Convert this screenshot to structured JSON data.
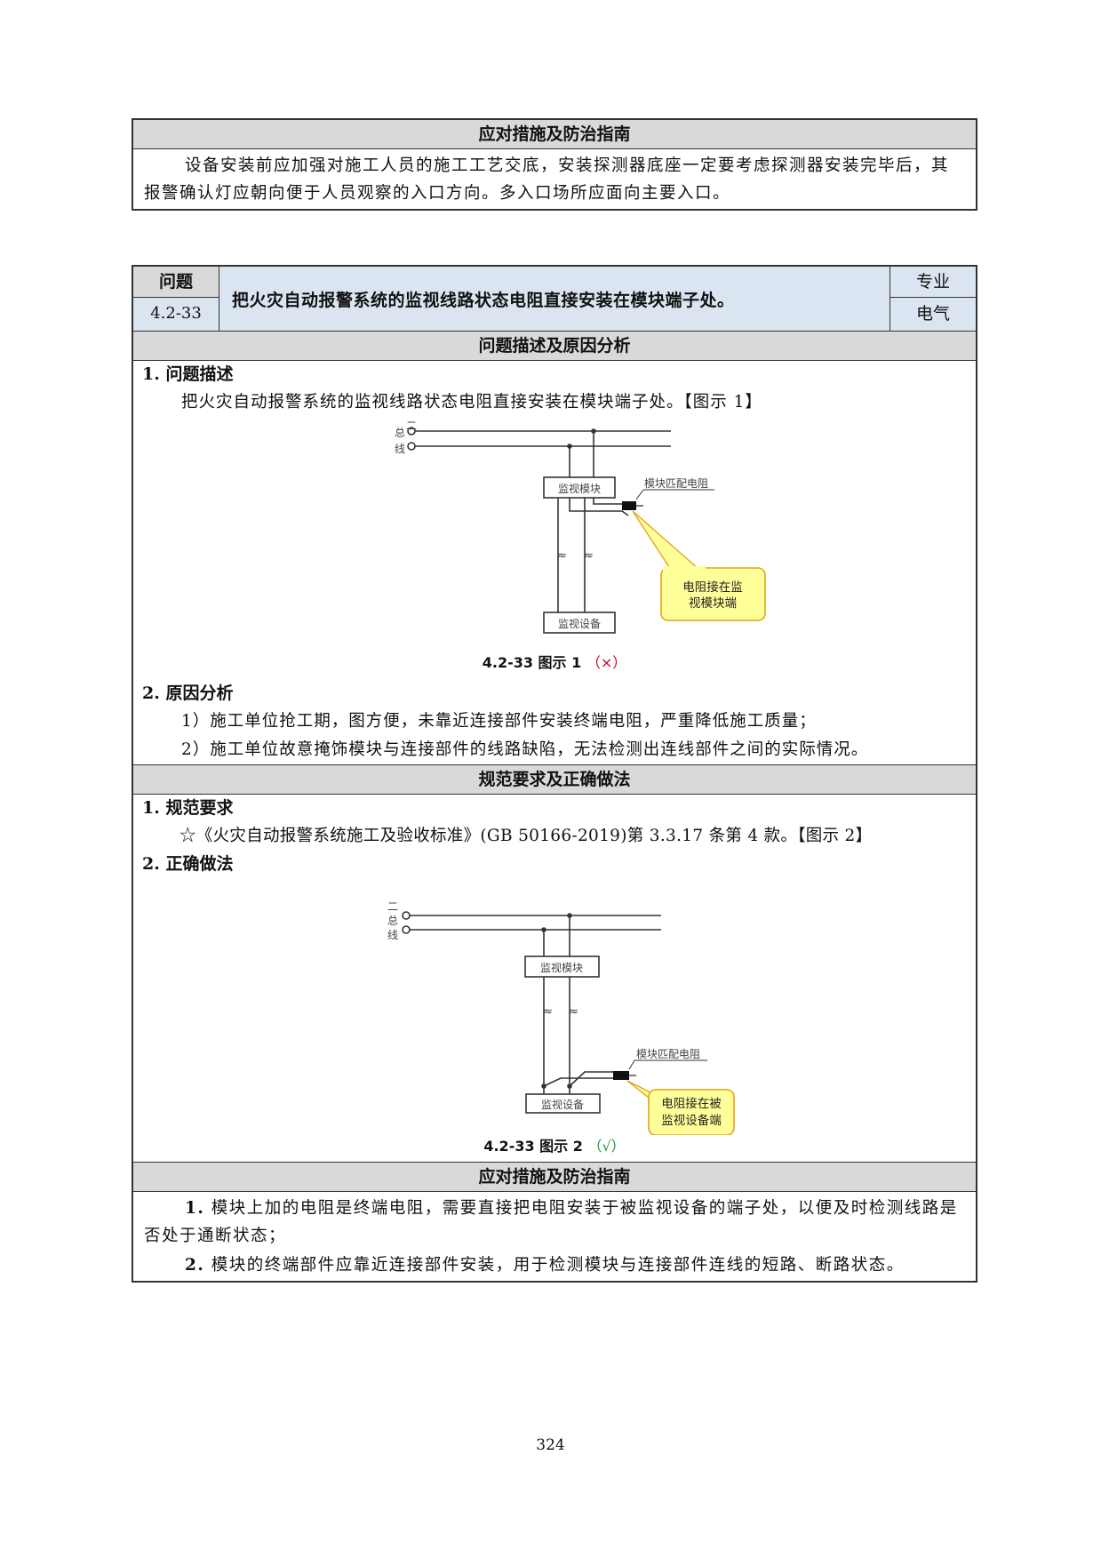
{
  "top_section": {
    "header": "应对措施及防治指南",
    "text": "设备安装前应加强对施工人员的施工工艺交底，安装探测器底座一定要考虑探测器安装完毕后，其报警确认灯应朝向便于人员观察的入口方向。多入口场所应面向主要入口。"
  },
  "problem": {
    "label": "问题",
    "id": "4.2-33",
    "title": "把火灾自动报警系统的监视线路状态电阻直接安装在模块端子处。",
    "major_label": "专业",
    "major": "电气"
  },
  "section1": {
    "header": "问题描述及原因分析",
    "desc_heading": "1. 问题描述",
    "desc_text": "把火灾自动报警系统的监视线路状态电阻直接安装在模块端子处。【图示 1】",
    "cause_heading": "2. 原因分析",
    "causes": [
      "1）施工单位抢工期，图方便，未靠近连接部件安装终端电阻，严重降低施工质量；",
      "2）施工单位故意掩饰模块与连接部件的线路缺陷，无法检测出连线部件之间的实际情况。"
    ]
  },
  "fig1": {
    "bus_label": [
      "二",
      "总",
      "线"
    ],
    "module": "监视模块",
    "resistor_label": "模块匹配电阻",
    "device": "监视设备",
    "callout": [
      "电阻接在监",
      "视模块端"
    ],
    "caption": "4.2-33 图示 1",
    "mark": "（×）"
  },
  "section2": {
    "header": "规范要求及正确做法",
    "req_heading": "1. 规范要求",
    "req_text": "☆《火灾自动报警系统施工及验收标准》(GB 50166-2019)第 3.3.17 条第 4 款。【图示 2】",
    "correct_heading": "2. 正确做法"
  },
  "fig2": {
    "bus_label": [
      "二",
      "总",
      "线"
    ],
    "module": "监视模块",
    "resistor_label": "模块匹配电阻",
    "device": "监视设备",
    "callout": [
      "电阻接在被",
      "监视设备端"
    ],
    "caption": "4.2-33 图示 2",
    "mark": "（√）"
  },
  "section3": {
    "header": "应对措施及防治指南",
    "p1_num": "1.",
    "p1": "模块上加的电阻是终端电阻，需要直接把电阻安装于被监视设备的端子处，以便及时检测线路是否处于通断状态；",
    "p2_num": "2.",
    "p2": "模块的终端部件应靠近连接部件安装，用于检测模块与连接部件连线的短路、断路状态。"
  },
  "page_number": "324",
  "colors": {
    "header_bg": "#d9d9d9",
    "title_bg": "#dbe5f1",
    "callout_bg": "#ffff99",
    "callout_border": "#e8a317",
    "bad": "#d0021b",
    "ok": "#1a9b3a"
  }
}
